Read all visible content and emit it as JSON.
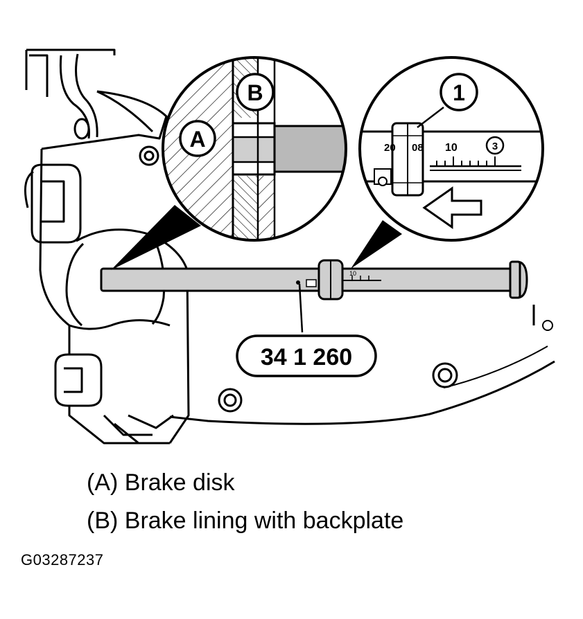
{
  "callouts": {
    "a": "A",
    "b": "B",
    "one": "1",
    "three": "3"
  },
  "tool_label": "34 1 260",
  "gauge_scale": {
    "tick_20": "20",
    "tick_08": "08",
    "tick_10": "10"
  },
  "legend": {
    "a": "(A) Brake disk",
    "b": "(B) Brake lining with backplate"
  },
  "figure_id": "G03287237",
  "colors": {
    "line": "#000000",
    "tool_fill": "#cfcfcf",
    "lining_fill": "#b9b9b9",
    "background": "#ffffff"
  }
}
